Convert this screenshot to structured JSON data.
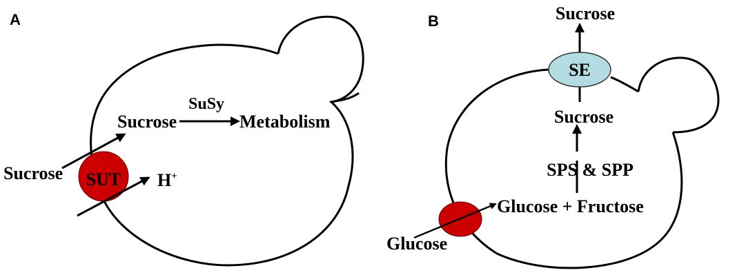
{
  "panels": {
    "a": {
      "label": "A",
      "transporter": "SUT",
      "sucrose_outside": "Sucrose",
      "sucrose_inside": "Sucrose",
      "enzyme": "SuSy",
      "product": "Metabolism",
      "proton": "H",
      "proton_charge": "+",
      "colors": {
        "transporter": "#cc0000"
      }
    },
    "b": {
      "label": "B",
      "transporter_se": "SE",
      "sucrose_exported": "Sucrose",
      "sucrose_inside": "Sucrose",
      "enzymes": "SPS & SPP",
      "hexoses": "Glucose + Fructose",
      "glucose_outside": "Glucose",
      "colors": {
        "se": "#b3dde3",
        "glucose_transporter": "#cc0000"
      }
    }
  }
}
